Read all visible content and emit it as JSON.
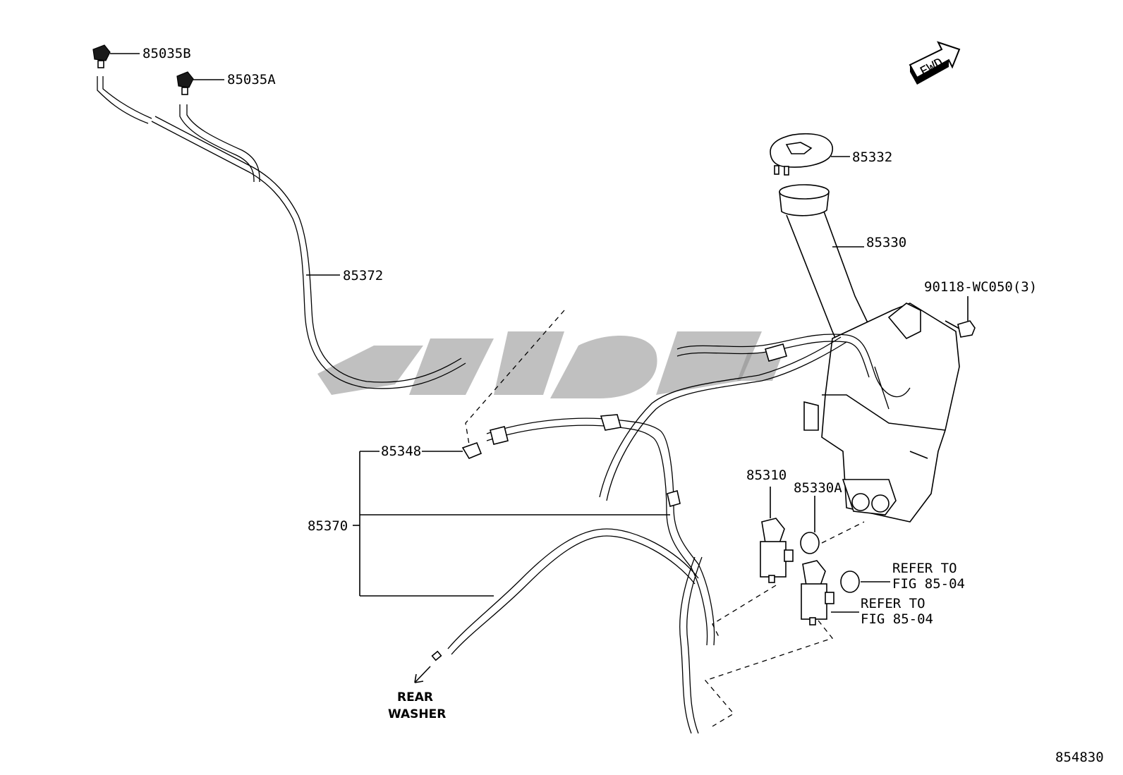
{
  "labels": {
    "p85035B": "85035B",
    "p85035A": "85035A",
    "p85372": "85372",
    "p85332": "85332",
    "p85330": "85330",
    "p90118": "90118-WC050(3)",
    "p85348": "85348",
    "p85370": "85370",
    "p85310": "85310",
    "p85330A": "85330A",
    "refer1_line1": "REFER TO",
    "refer1_line2": "FIG 85-04",
    "refer2_line1": "REFER TO",
    "refer2_line2": "FIG 85-04",
    "rear_line1": "REAR",
    "rear_line2": "WASHER",
    "fwd": "FWD",
    "figure_code": "854830"
  },
  "colors": {
    "ink": "#000000",
    "background": "#ffffff",
    "watermark": "#8c8c8c"
  },
  "icons": {
    "fwd_arrow": "forward-arrow-icon",
    "watermark": "watermark-logo"
  }
}
